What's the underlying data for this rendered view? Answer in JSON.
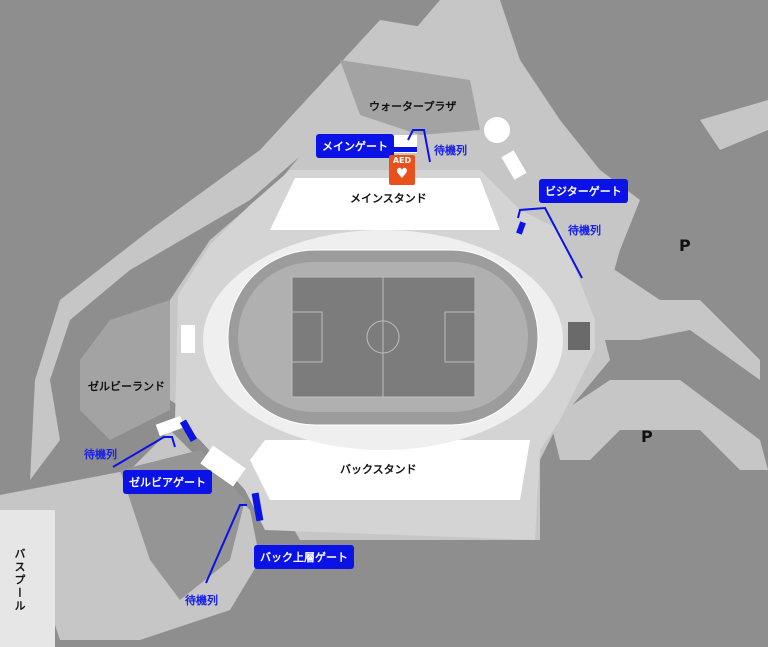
{
  "map": {
    "areas": {
      "water_plaza": "ウォータープラザ",
      "main_stand": "メインスタンド",
      "back_stand": "バックスタンド",
      "zelvy_land": "ゼルビーランド",
      "bus_pool": "バスプール"
    },
    "parking": [
      {
        "label": "P"
      },
      {
        "label": "P"
      }
    ],
    "gates": {
      "main": "メインゲート",
      "visitor": "ビジターゲート",
      "zelvia": "ゼルビアゲート",
      "back_upper": "バック上層ゲート"
    },
    "queue_label": "待機列",
    "aed": {
      "label": "AED",
      "icon": "heart-defibrillator-icon",
      "color": "#e8501c"
    },
    "colors": {
      "gate": "#0a12e6",
      "queue": "#1a22e8"
    }
  }
}
